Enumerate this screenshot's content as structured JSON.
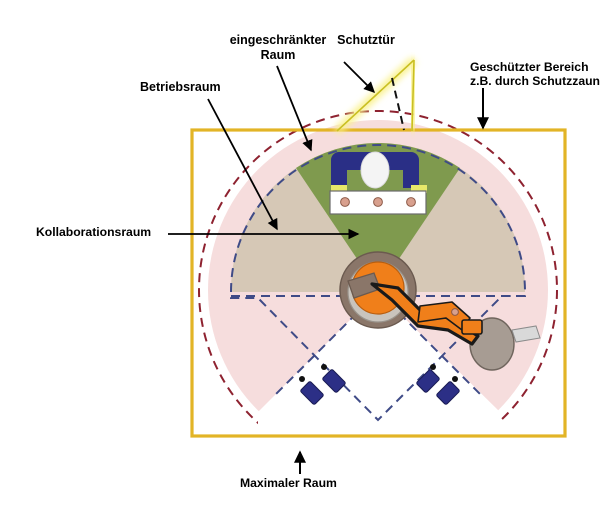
{
  "diagram": {
    "title": "Robot workspace safety zones (German)",
    "labels": [
      {
        "id": "eingeschraenkter_raum",
        "text": "eingeschränkter\nRaum",
        "name": "label-restricted-space"
      },
      {
        "id": "schutztuer",
        "text": "Schutztür",
        "name": "label-safety-door"
      },
      {
        "id": "geschuetzter_bereich",
        "text": "Geschützter Bereich\nz.B. durch Schutzzaun",
        "name": "label-protected-area"
      },
      {
        "id": "betriebsraum",
        "text": "Betriebsraum",
        "name": "label-operating-space"
      },
      {
        "id": "kollaborationsraum",
        "text": "Kollaborationsraum",
        "name": "label-collaboration-space"
      },
      {
        "id": "maximaler_raum",
        "text": "Maximaler Raum",
        "name": "label-maximum-space"
      }
    ],
    "zones": {
      "maximum_space": {
        "label": "Maximaler Raum",
        "stroke": "#8e2230",
        "style": "dashed",
        "fill": "none"
      },
      "restricted_space": {
        "label": "eingeschränkter Raum",
        "stroke": "#3f4b87",
        "style": "dashed",
        "fill": "#f6dddd"
      },
      "operating_space": {
        "label": "Betriebsraum",
        "fill": "#d6c8b6"
      },
      "collaboration_space": {
        "label": "Kollaborationsraum",
        "fill": "#7f9a4e"
      },
      "protected_area": {
        "label": "Geschützter Bereich z.B. durch Schutzzaun",
        "stroke": "#e2b426",
        "fill": "none"
      },
      "safety_door": {
        "label": "Schutztür",
        "stroke": "#d9cf2a",
        "glow": "#faf28c"
      }
    },
    "objects": [
      {
        "name": "worker",
        "torso_color": "#2a2f86",
        "head_color": "#f4f4f4"
      },
      {
        "name": "worktable",
        "fill": "#ffffff",
        "parts": 3,
        "part_color": "#d8a08e"
      },
      {
        "name": "robot-base",
        "fill": "#8a7669"
      },
      {
        "name": "robot-arm",
        "fill": "#f07f1a"
      },
      {
        "name": "machine-station",
        "fill": "#a79c93"
      },
      {
        "name": "safety-scanner",
        "fill": "#2c2f86",
        "count": 4
      }
    ],
    "colors": {
      "fence_yellow": "#e2b426",
      "door_yellow": "#d9cf2a",
      "max_space_red": "#8e2230",
      "restricted_blue": "#3f4b87",
      "pink_band": "#f6dddd",
      "operating_tan": "#d6c8b6",
      "collab_green": "#7f9a4e",
      "robot_orange": "#f07f1a",
      "worker_blue": "#2a2f86"
    }
  }
}
